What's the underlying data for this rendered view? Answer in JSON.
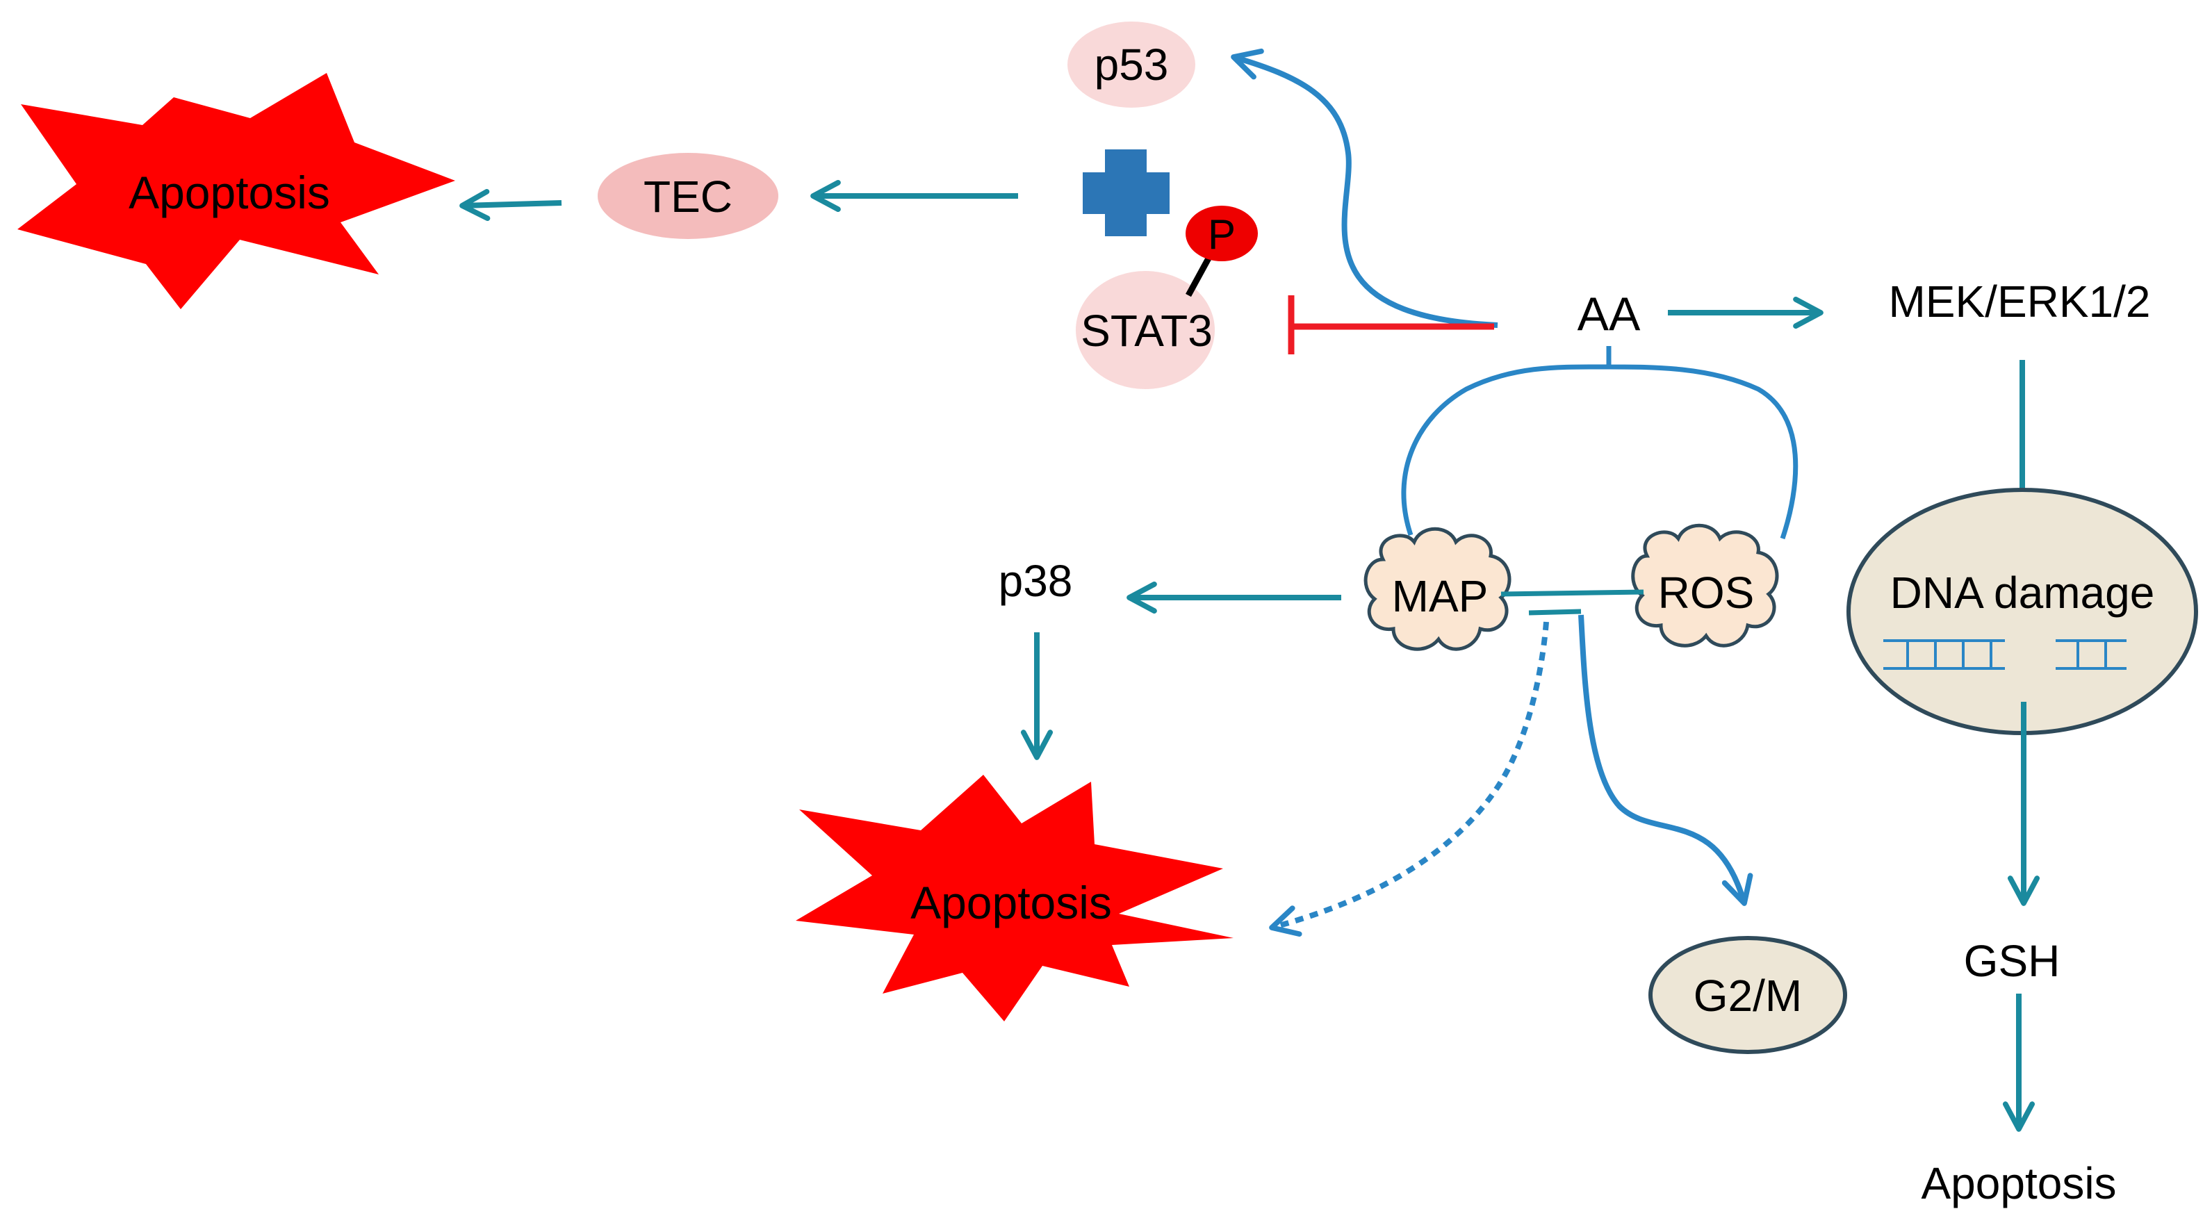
{
  "labels": {
    "p53": "p53",
    "tec": "TEC",
    "apoptosis_left": "Apoptosis",
    "phospho": "P",
    "stat3": "STAT3",
    "aa": "AA",
    "mek_erk": "MEK/ERK1/2",
    "map": "MAP",
    "ros": "ROS",
    "p38": "p38",
    "dna_damage": "DNA damage",
    "apoptosis_center": "Apoptosis",
    "g2m": "G2/M",
    "gsh": "GSH",
    "apoptosis_bottom": "Apoptosis"
  },
  "colors": {
    "teal_arrow": "#1a8a9e",
    "blue_curve": "#2a86c6",
    "inhibit_red": "#ee1c25",
    "burst_red": "#ff0000",
    "pink_node": "#f4bcbc",
    "pale_pink_node": "#f9d9d9",
    "phospho_red": "#ee0000",
    "cloud_fill": "#fbe6d2",
    "beige_node": "#ede6d6",
    "node_border": "#2f4a5a",
    "plus_blue": "#2c76b6"
  }
}
